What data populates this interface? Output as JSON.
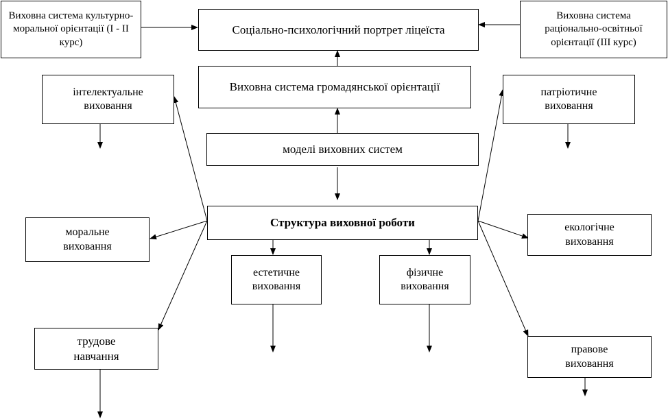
{
  "diagram": {
    "boxes": {
      "portrait": "Соціально-психологічний портрет ліцеїста",
      "cultural_moral": "Виховна система культурно-моральної орієнтації (І - ІІ курс)",
      "rational_educational": "Виховна система раціонально-освітньої орієнтації (ІІІ курс)",
      "civic": "Виховна система громадянської орієнтації",
      "models": "моделі виховних систем",
      "structure": "Структура виховної роботи",
      "intellectual": "інтелектуальне виховання",
      "patriotic": "патріотичне виховання",
      "moral": "моральне виховання",
      "ecological": "екологічне виховання",
      "aesthetic": "естетичне виховання",
      "physical": "фізичне виховання",
      "labor": "трудове навчання",
      "legal": "правове виховання"
    }
  }
}
